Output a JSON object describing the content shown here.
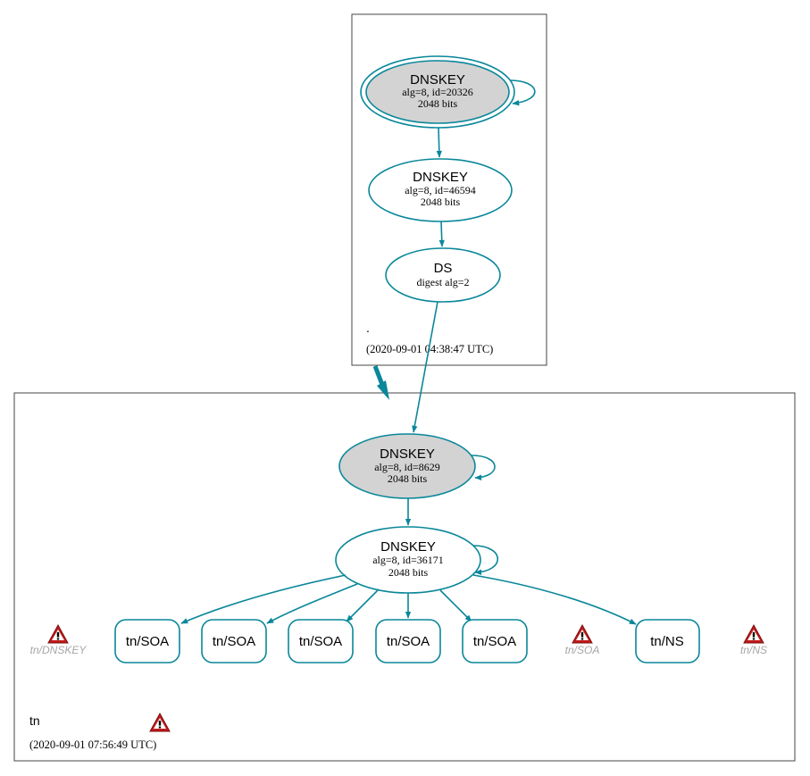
{
  "colors": {
    "edge": "#0a879a",
    "key_fill_sep": "#d3d3d3",
    "warning_red": "#c21a1a"
  },
  "root_zone": {
    "name": ".",
    "timestamp": "(2020-09-01 04:38:47 UTC)",
    "ksk": {
      "title": "DNSKEY",
      "line1": "alg=8, id=20326",
      "line2": "2048 bits"
    },
    "zsk": {
      "title": "DNSKEY",
      "line1": "alg=8, id=46594",
      "line2": "2048 bits"
    },
    "ds": {
      "title": "DS",
      "line1": "digest alg=2"
    }
  },
  "tn_zone": {
    "name": "tn",
    "timestamp": "(2020-09-01 07:56:49 UTC)",
    "ksk": {
      "title": "DNSKEY",
      "line1": "alg=8, id=8629",
      "line2": "2048 bits"
    },
    "zsk": {
      "title": "DNSKEY",
      "line1": "alg=8, id=36171",
      "line2": "2048 bits"
    },
    "records": [
      "tn/SOA",
      "tn/SOA",
      "tn/SOA",
      "tn/SOA",
      "tn/SOA",
      "tn/NS"
    ],
    "warnings": [
      "tn/DNSKEY",
      "tn/SOA",
      "tn/NS"
    ]
  }
}
